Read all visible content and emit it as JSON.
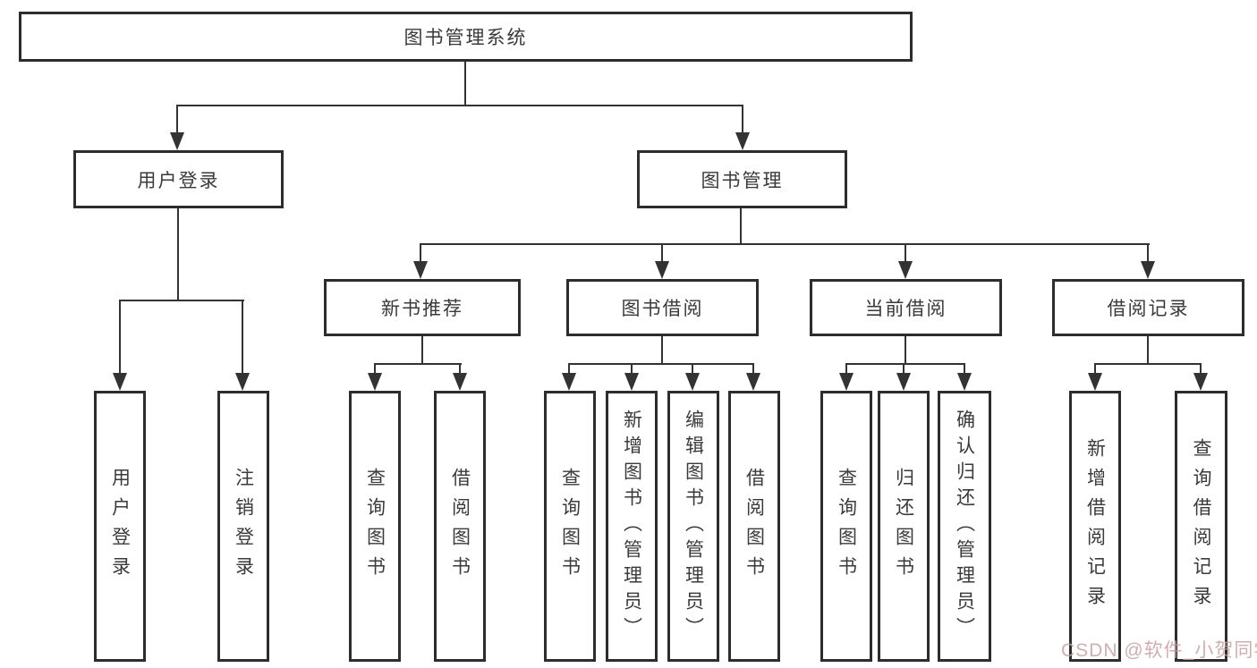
{
  "diagram_type": "hierarchy-tree",
  "tree": {
    "label": "图书管理系统",
    "children": [
      {
        "label": "用户登录",
        "children": [
          {
            "label": "用户登录"
          },
          {
            "label": "注销登录"
          }
        ]
      },
      {
        "label": "图书管理",
        "children": [
          {
            "label": "新书推荐",
            "children": [
              {
                "label": "查询图书"
              },
              {
                "label": "借阅图书"
              }
            ]
          },
          {
            "label": "图书借阅",
            "children": [
              {
                "label": "查询图书"
              },
              {
                "label": "新增图书（管理员）"
              },
              {
                "label": "编辑图书（管理员）"
              },
              {
                "label": "借阅图书"
              }
            ]
          },
          {
            "label": "当前借阅",
            "children": [
              {
                "label": "查询图书"
              },
              {
                "label": "归还图书"
              },
              {
                "label": "确认归还（管理员）"
              }
            ]
          },
          {
            "label": "借阅记录",
            "children": [
              {
                "label": "新增借阅记录"
              },
              {
                "label": "查询借阅记录"
              }
            ]
          }
        ]
      }
    ]
  },
  "watermark": {
    "text": "CSDN @软件_小贺同学"
  },
  "colors": {
    "line": "#333333",
    "border": "#2d2d2d",
    "text": "#3a3a3a",
    "watermark": "#c9a0a0",
    "background": "#ffffff"
  }
}
